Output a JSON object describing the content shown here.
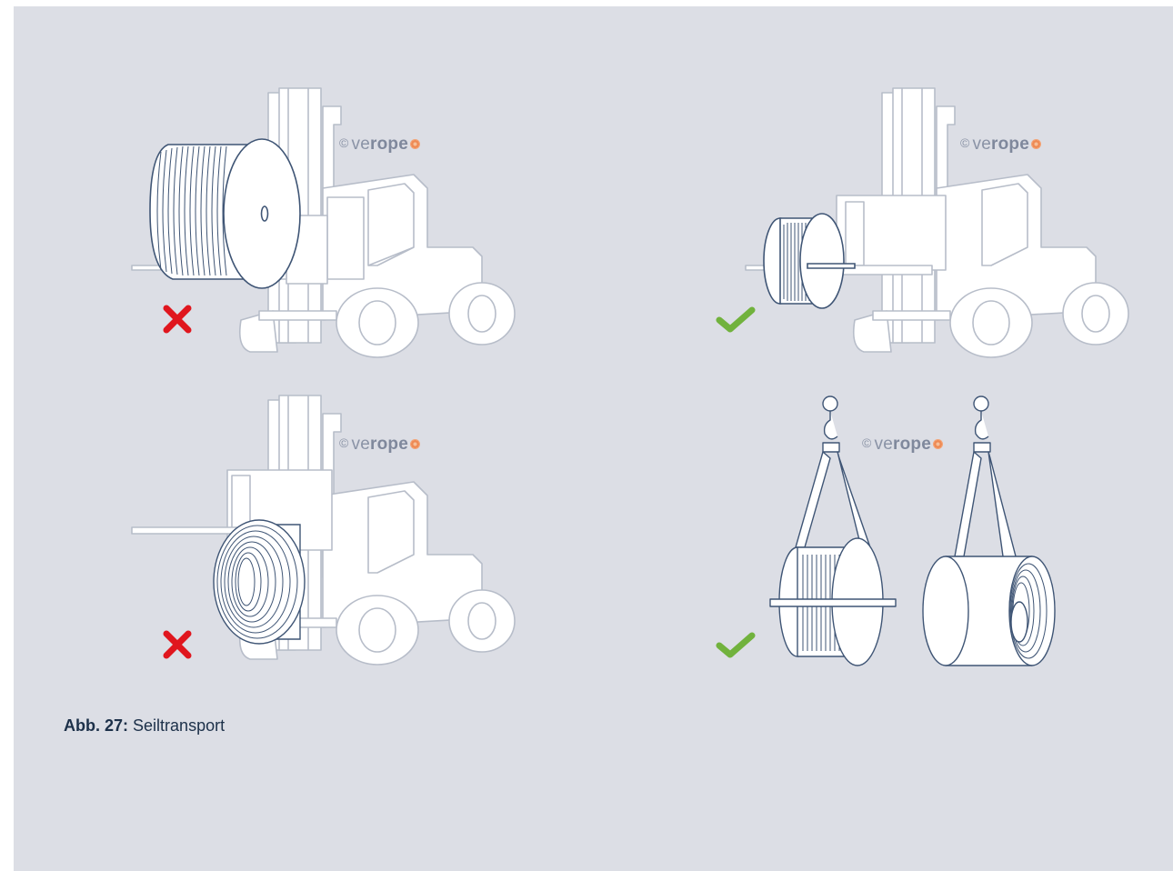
{
  "watermark": {
    "copyright": "©",
    "prefix": "ve",
    "bold": "rope"
  },
  "caption": {
    "label": "Abb. 27:",
    "text": "Seiltransport"
  },
  "marks": {
    "wrong_color": "#e0161e",
    "right_color": "#71b23d"
  },
  "colors": {
    "background": "#dcdee5",
    "stroke": "#3f5575",
    "stroke_light": "#b7bdc9",
    "fill": "#ffffff"
  },
  "scenes": [
    {
      "id": "forklift-reel-on-fork-tips",
      "verdict": "wrong",
      "icon": "cross-icon"
    },
    {
      "id": "forklift-reel-on-mandrel",
      "verdict": "right",
      "icon": "check-icon"
    },
    {
      "id": "forklift-coil-on-fork",
      "verdict": "wrong",
      "icon": "cross-icon"
    },
    {
      "id": "crane-slings-reel-and-coil",
      "verdict": "right",
      "icon": "check-icon"
    }
  ]
}
